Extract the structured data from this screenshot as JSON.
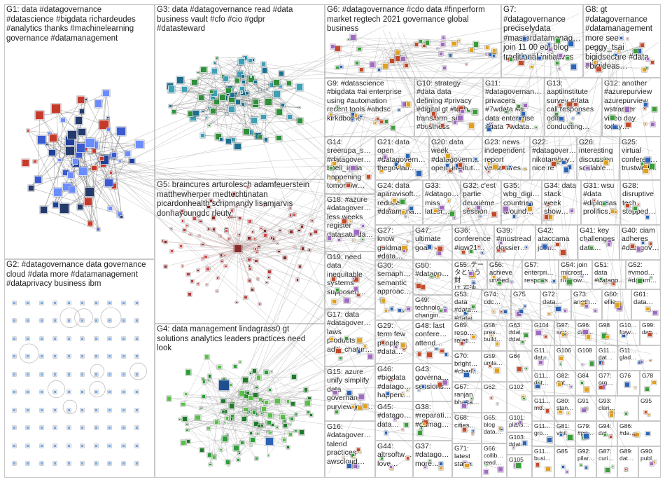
{
  "palette": {
    "edge": "#9a9a9a",
    "edge_dark": "#6e6e6e",
    "g1_nodes": [
      "#1f3f9b",
      "#3a5bd0",
      "#6b8cff",
      "#243a6b",
      "#c63a2b"
    ],
    "g2_node": "#7aa7e0",
    "g3_nodes": [
      "#2f8f3a",
      "#1c6e8e",
      "#3f9fb5"
    ],
    "g4_nodes": [
      "#2e9e3b",
      "#5bbd4a",
      "#1f7a2b"
    ],
    "g5_nodes": [
      "#b23a3a",
      "#d24b4b",
      "#8a2a2a"
    ],
    "small_nodes": [
      "#2b63b5",
      "#3a9c3a",
      "#c24a2a",
      "#a06ac0",
      "#e0a020"
    ]
  },
  "groups": [
    {
      "id": "G1",
      "label": "G1: data #datagovernance\n#datascience #bigdata richardeudes\n#analytics thanks #machinelearning\ngovernance #datamanagement"
    },
    {
      "id": "G2",
      "label": "G2: #datagovernance data governance\ncloud #data more #datamanagement\n#dataprivacy business ibm"
    },
    {
      "id": "G3",
      "label": "G3: data #datagovernance read #data\nbusiness vault #cfo #cio #gdpr\n#datasteward"
    },
    {
      "id": "G4",
      "label": "G4: data management lindagrass0 gt\nsolutions analytics leaders practices need\nlook"
    },
    {
      "id": "G5",
      "label": "G5: braincures arturolesch adamfeuerstein\nmatthewherper medtechtinatan\npicardonhealth scripmandy lisamjarvis\ndonnayoungdc rleuty_"
    },
    {
      "id": "G6",
      "label": "G6: #datagovernance #cdo data #finperform\nmarket regtech 2021 governance global\nbusiness"
    },
    {
      "id": "G7",
      "label": "G7:\n#datagovernance\npreciselydata\n#masterdatamanag…\njoin 11 00 edt blog\ntraditional initiatives"
    },
    {
      "id": "G8",
      "label": "G8: gt\n#datagovernance\n#datamanagement\nmore see\npeggy_tsai\nbigidsecure #data\n#bigideas…"
    },
    {
      "id": "G9",
      "label": "G9: #datascience\n#bigdata #ai enterprise\nusing #automation\nrecent tools #abdsc\nkirkdborne"
    },
    {
      "id": "G10",
      "label": "G10: strategy\n#data data\ndefining #privacy\n#digital gt #tech\ntransform_sec\n#business"
    },
    {
      "id": "G11",
      "label": "G11:\n#datagovernan…\nprivacera\n#7wdata #ai\ndata enterprise\n#data 7wdata…"
    },
    {
      "id": "G13",
      "label": "G13:\naaptiinstitute\nsurvey #data\ncall responses\nodihq\nconducting…"
    },
    {
      "id": "G12",
      "label": "G12: another\n#azurepurview\nazurepurview\nwstrasser\nvideo day\ntoday…"
    },
    {
      "id": "G14",
      "label": "G14:\nsreerupa_s…\n#datagover…\nboell_india\nhappening\ntomorrow…"
    },
    {
      "id": "G21",
      "label": "G21: data\nopen\n#datagovern…\nthegovlab…"
    },
    {
      "id": "G20",
      "label": "G20: data\nweek\n#datagovern…\nopen_institut…"
    },
    {
      "id": "G23",
      "label": "G23: news\nindependent\nreport\nventanares…"
    },
    {
      "id": "G22",
      "label": "G22:\n#datagover…\nnikotambuy…\nnice re"
    },
    {
      "id": "G26",
      "label": "G26:\ninteresting\ndiscussion\nscalable…"
    },
    {
      "id": "G25",
      "label": "G25:\nvirtual\nconferen…\ntrustwort…"
    },
    {
      "id": "G18",
      "label": "G18: #azure\n#datagover…\nless weeks\nregister\ndatasaturda…"
    },
    {
      "id": "G24",
      "label": "G24: data\naparavisoft…\nreduce\n#datamana…"
    },
    {
      "id": "G33",
      "label": "G33:\n#datago…\nmiss\nlatest…"
    },
    {
      "id": "G32",
      "label": "G32: c'est\npartie\ndeuxième\nsession…"
    },
    {
      "id": "G35",
      "label": "G35:\nwbg_digi…\ncountries\naround…"
    },
    {
      "id": "G34",
      "label": "G34: data\nstack\nweek\nshow…"
    },
    {
      "id": "G31",
      "label": "G31: wsu\n#data\n#diplomas\nprolifics…"
    },
    {
      "id": "G28",
      "label": "G28:\ndisruptive\ntech\nstopped…"
    },
    {
      "id": "G27",
      "label": "G27:\nknow\ngoldma…\n#data…"
    },
    {
      "id": "G47",
      "label": "G47:\nultimate\ngoal"
    },
    {
      "id": "G36",
      "label": "G36:\nconference\n#igw21…"
    },
    {
      "id": "G39",
      "label": "G39:\n#mustread\ndossier…"
    },
    {
      "id": "G42",
      "label": "G42:\nataccama\njoin…"
    },
    {
      "id": "G41",
      "label": "G41: key\nchallenges\ndata…"
    },
    {
      "id": "G40",
      "label": "G40: ciam\nadheres\n#datagov…"
    },
    {
      "id": "G19",
      "label": "G19: need\ndata\ninequitable\nsystems\nsupposed…"
    },
    {
      "id": "G30",
      "label": "G30:\nsemaph…\nsemantic\napproac…"
    },
    {
      "id": "G50",
      "label": "G50:\n#datago…"
    },
    {
      "id": "G55",
      "label": "G55: テー\nタという財\nは 石油…"
    },
    {
      "id": "G56",
      "label": "G56:\nachieve\nunified…"
    },
    {
      "id": "G57",
      "label": "G57:\nenterpri…\nrespons…"
    },
    {
      "id": "G54",
      "label": "G54: join\nmicrost…\nmicrow…"
    },
    {
      "id": "G51",
      "label": "G51:\ndata\n#datago…"
    },
    {
      "id": "G52",
      "label": "G52:\n#vmod…\n#datam…"
    },
    {
      "id": "G49",
      "label": "G49:\ntechnolo…\nchangin…"
    },
    {
      "id": "G53",
      "label": "G53:\ndata\n#data…\n#datai…"
    },
    {
      "id": "G74",
      "label": "G74:\ncdc…"
    },
    {
      "id": "G75",
      "label": "G75"
    },
    {
      "id": "G72",
      "label": "G72:\ndata…"
    },
    {
      "id": "G73",
      "label": "G73:\nanoth…"
    },
    {
      "id": "G60",
      "label": "G60:\nellie…"
    },
    {
      "id": "G61",
      "label": "G61:\ndata…"
    },
    {
      "id": "G17",
      "label": "G17: data\n#datagover…\nlaws\nproducts\naditi_chatur…"
    },
    {
      "id": "G29",
      "label": "G29:\nterm few\npeople\n#data…"
    },
    {
      "id": "G48",
      "label": "G48: last\nconfere…\nattend…"
    },
    {
      "id": "G58",
      "label": "G58:\npres…\nbuild…"
    },
    {
      "id": "G63",
      "label": "G63:\n#dat…\n#dat…"
    },
    {
      "id": "G104",
      "label": "G104"
    },
    {
      "id": "G97",
      "label": "G97:\nsav…"
    },
    {
      "id": "G96",
      "label": "G96:\ndan…"
    },
    {
      "id": "G98",
      "label": "G98"
    },
    {
      "id": "G10x",
      "label": "G10…\nforw…"
    },
    {
      "id": "G99",
      "label": "G99:\ndan…"
    },
    {
      "id": "G69",
      "label": "G69:\nreso…\nrelati…"
    },
    {
      "id": "G59",
      "label": "G59:\numla…"
    },
    {
      "id": "G11a",
      "label": "G11…\ndat…"
    },
    {
      "id": "G106",
      "label": "G106"
    },
    {
      "id": "G108",
      "label": "G108"
    },
    {
      "id": "G11b",
      "label": "G11…\ndat…"
    },
    {
      "id": "G11c",
      "label": "G11…\nglad…"
    },
    {
      "id": "G46",
      "label": "G46:\n#bigdata\n#datago…\nhappeni…"
    },
    {
      "id": "G70",
      "label": "G70:\nbright…\n#charl…"
    },
    {
      "id": "G64",
      "label": "G64"
    },
    {
      "id": "G15",
      "label": "G15: azure\nunify simplify\ndata\ngovernance\npurview join…"
    },
    {
      "id": "G43",
      "label": "G43:\ngoverna…\nsessions…"
    },
    {
      "id": "G62",
      "label": "G62:"
    },
    {
      "id": "G11d",
      "label": "G11…\ndat…"
    },
    {
      "id": "G82",
      "label": "G82:\ndat…"
    },
    {
      "id": "G84",
      "label": "G84"
    },
    {
      "id": "G77",
      "label": "G77:\norg…"
    },
    {
      "id": "G76",
      "label": "G76"
    },
    {
      "id": "G78",
      "label": "G78"
    },
    {
      "id": "G67",
      "label": "G67:\nranjan\nbhatta…"
    },
    {
      "id": "G102",
      "label": "G102"
    },
    {
      "id": "G11e",
      "label": "G11…\nmd…"
    },
    {
      "id": "G80",
      "label": "G80:\nstan…"
    },
    {
      "id": "G91",
      "label": "G91"
    },
    {
      "id": "G93",
      "label": "G93:\nclari…"
    },
    {
      "id": "G95",
      "label": "G95"
    },
    {
      "id": "G45",
      "label": "G45:\n#datago…\ndata…"
    },
    {
      "id": "G38",
      "label": "G38:\n#reparati…\n#damag…"
    },
    {
      "id": "G65",
      "label": "G65:\nblog\ndata…"
    },
    {
      "id": "G101",
      "label": "G101:\nplans…"
    },
    {
      "id": "G11f",
      "label": "G11…\ngro…"
    },
    {
      "id": "G81",
      "label": "G81:\nvisit…"
    },
    {
      "id": "G79",
      "label": "G79:\n#pri…"
    },
    {
      "id": "G94",
      "label": "G94:\ndat…"
    },
    {
      "id": "G86",
      "label": "G86:\n#da…"
    },
    {
      "id": "G16",
      "label": "G16:\n#datagover…\ntalend\npractices\nawscloud…"
    },
    {
      "id": "G44",
      "label": "G44:\naltrsoftw…\nlove…"
    },
    {
      "id": "G68",
      "label": "G68:\ncities…"
    },
    {
      "id": "G103",
      "label": "G103:\n#dat…"
    },
    {
      "id": "G37",
      "label": "G37:\n#datago…\nmore…"
    },
    {
      "id": "G71",
      "label": "G71:\nlatest\nstay…"
    },
    {
      "id": "G66",
      "label": "G66:\ncollib…\nread…"
    },
    {
      "id": "G105",
      "label": "G105"
    },
    {
      "id": "G11g",
      "label": "G11…\nbusi…"
    },
    {
      "id": "G85",
      "label": "G85"
    },
    {
      "id": "G92",
      "label": "G92:\npilar…"
    },
    {
      "id": "G87",
      "label": "G87:\ncuri…"
    },
    {
      "id": "G89",
      "label": "G89:\ndat…"
    },
    {
      "id": "G90",
      "label": "G90:\npubl…"
    }
  ]
}
